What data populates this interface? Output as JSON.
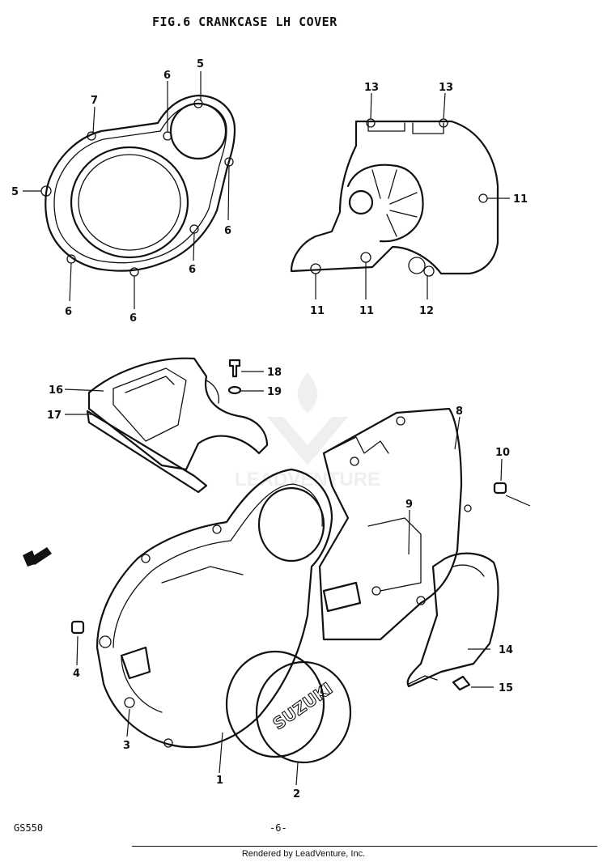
{
  "figure_title": "FIG.6  CRANKCASE LH COVER",
  "model": "GS550",
  "page_number": "-6-",
  "footer_text": "Rendered by LeadVenture, Inc.",
  "watermark_text": "LEADVENTURE",
  "brand_on_cover": "SUZUKI",
  "callouts": {
    "c1": "1",
    "c2": "2",
    "c3": "3",
    "c4": "4",
    "c5a": "5",
    "c5b": "5",
    "c6a": "6",
    "c6b": "6",
    "c6c": "6",
    "c6d": "6",
    "c6e": "6",
    "c7": "7",
    "c8": "8",
    "c9": "9",
    "c10": "10",
    "c11a": "11",
    "c11b": "11",
    "c11c": "11",
    "c12": "12",
    "c13a": "13",
    "c13b": "13",
    "c14": "14",
    "c15": "15",
    "c16": "16",
    "c17": "17",
    "c18": "18",
    "c19": "19"
  },
  "front_arrow_icon": "front-direction-arrow-icon"
}
